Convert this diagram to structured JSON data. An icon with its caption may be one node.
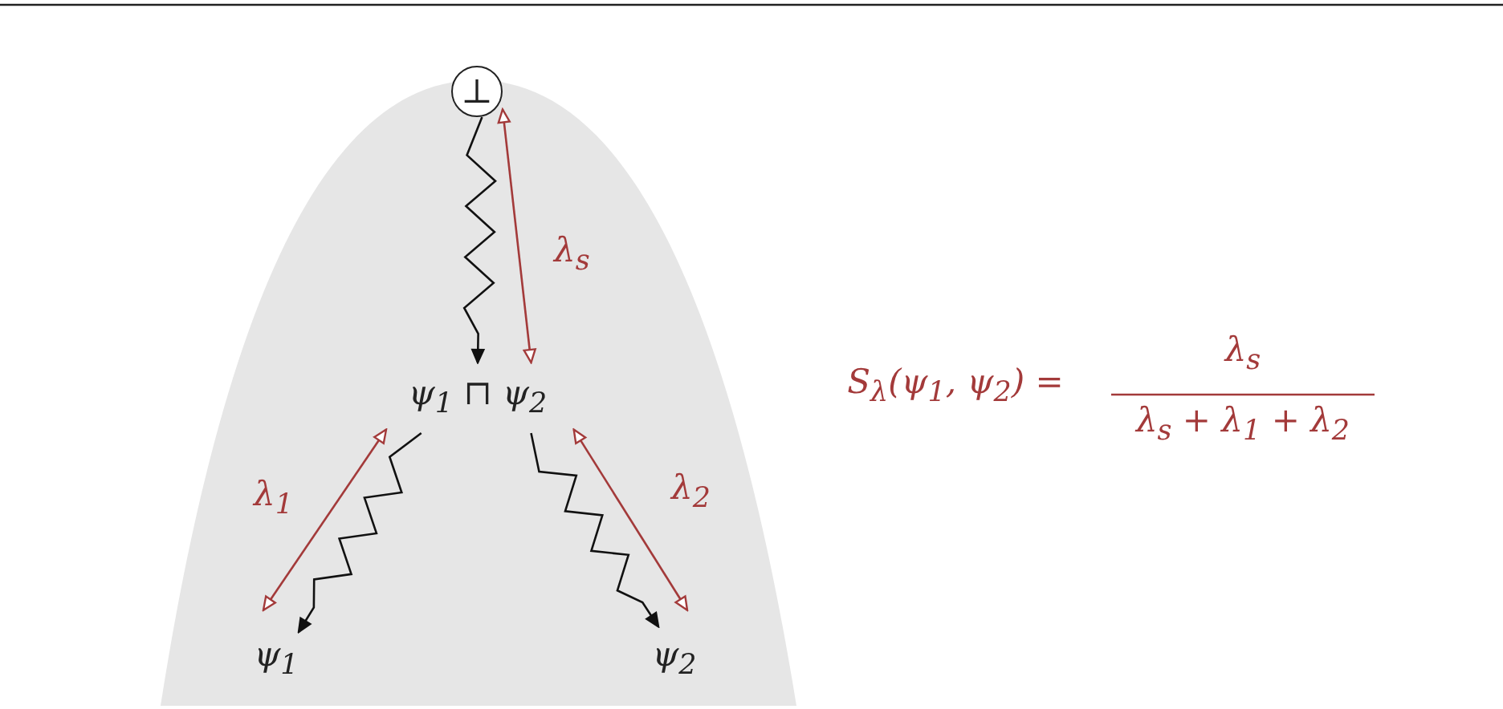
{
  "diagram": {
    "nodes": [
      {
        "text": [
          "⊥"
        ]
      },
      {
        "text": [
          "ψ$_{1}$ ⊓ ψ$_{2}$"
        ]
      },
      {
        "text": [
          "ψ$_{1}$"
        ]
      },
      {
        "text": [
          "ψ$_{2}$"
        ]
      }
    ],
    "edges": [
      {
        "from": 0,
        "to": 1,
        "arrow": "to"
      },
      {
        "from": 0,
        "to": 1,
        "arrow": "both",
        "label": "λ$_{s}$",
        "color": "#a33a3a"
      },
      {
        "from": 1,
        "to": 2,
        "arrow": "to"
      },
      {
        "from": 1,
        "to": 2,
        "arrow": "both",
        "label": "λ$_{1}$",
        "color": "#a33a3a"
      },
      {
        "from": 1,
        "to": 3,
        "arrow": "to"
      },
      {
        "from": 1,
        "to": 3,
        "arrow": "both",
        "label": "λ$_{2}$",
        "color": "#a33a3a"
      }
    ],
    "labels": [
      "S$_{λ}$(ψ$_{1}$, ψ$_{2}$) =",
      "λ$_{s}$",
      "λ$_{s}$ + λ$_{1}$ + λ$_{2}$"
    ]
  }
}
